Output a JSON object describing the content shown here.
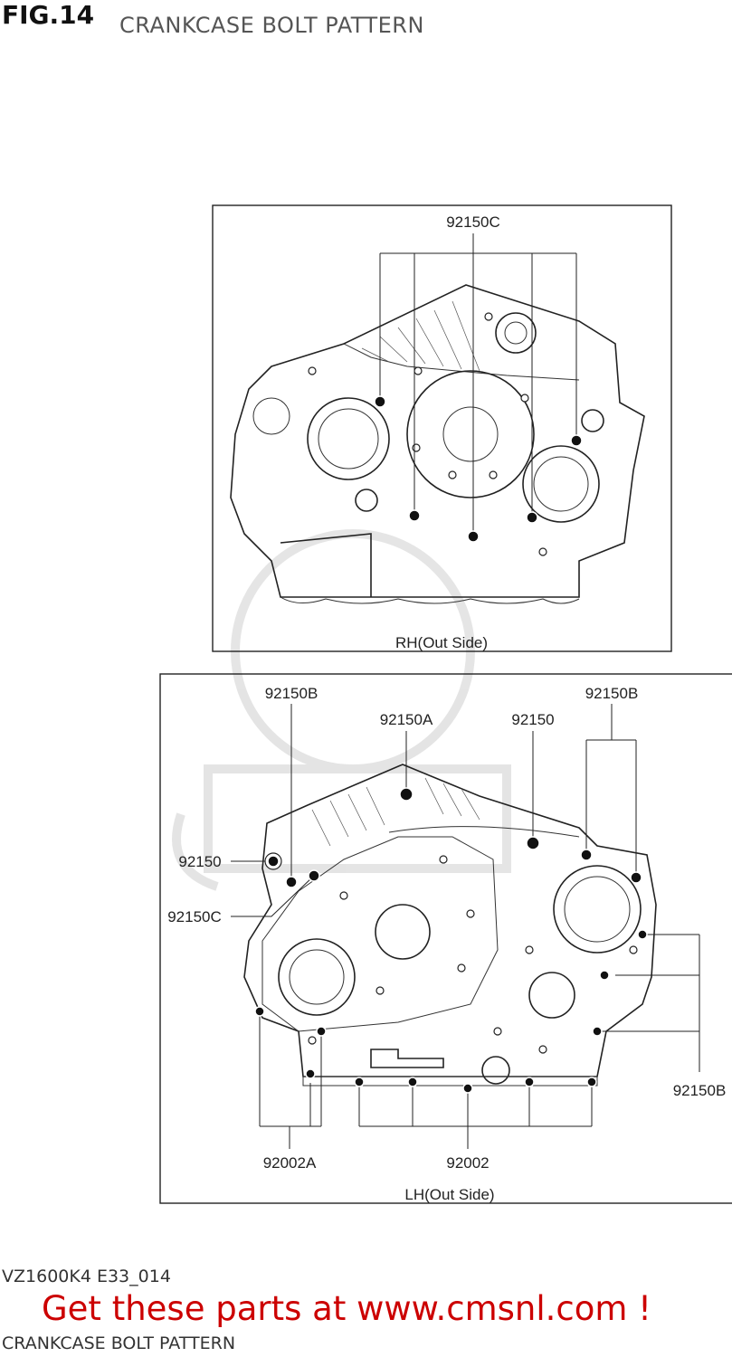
{
  "header": {
    "fig": "FIG.14",
    "title": "CRANKCASE BOLT PATTERN"
  },
  "rh_view": {
    "caption": "RH(Out Side)",
    "callouts": [
      "92150C"
    ]
  },
  "lh_view": {
    "caption": "LH(Out Side)",
    "callouts": [
      "92150B",
      "92150A",
      "92150",
      "92150B",
      "92150",
      "92150C",
      "92150B",
      "92002A",
      "92002"
    ]
  },
  "footer": {
    "code": "VZ1600K4 E33_014",
    "subtitle": "CRANKCASE BOLT PATTERN",
    "promo": "Get these parts at www.cmsnl.com !"
  },
  "watermark": "CMS",
  "colors": {
    "promo": "#cc0000",
    "line": "#222222",
    "title": "#555555"
  }
}
